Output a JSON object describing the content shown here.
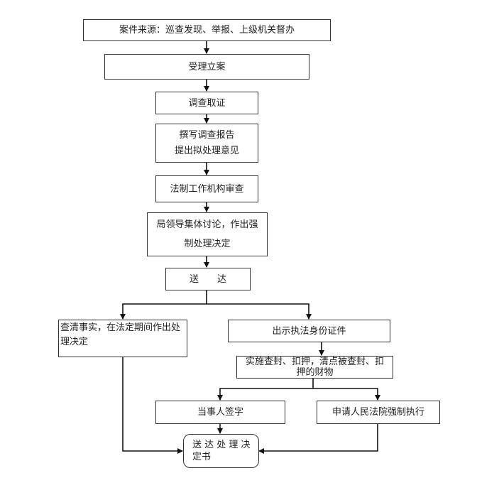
{
  "diagram": {
    "type": "flowchart",
    "nodes": {
      "source": {
        "text": "案件来源：巡查发现、举报、上级机关督办"
      },
      "accept": {
        "text": "受理立案"
      },
      "investigate": {
        "text": "调查取证"
      },
      "report": {
        "line1": "撰写调查报告",
        "line2": "提出拟处理意见"
      },
      "legal_review": {
        "text": "法制工作机构审查"
      },
      "leader_decision": {
        "line1": "局领导集体讨论，作出强",
        "line2": "制处理决定"
      },
      "deliver": {
        "text": "送　　达"
      },
      "clarify": {
        "line1": "查清事实，在法定期间作出处",
        "line2": "理决定"
      },
      "show_id": {
        "text": "出示执法身份证件"
      },
      "seize": {
        "line1": "实施查封、扣押，清点被查封、扣",
        "line2": "押的财物"
      },
      "party_sign": {
        "text": "当事人签字"
      },
      "court": {
        "text": "申请人民法院强制执行"
      },
      "deliver_decision": {
        "line1": "送 达 处 理 决",
        "line2": "定书"
      }
    },
    "edges": [
      [
        "source",
        "accept"
      ],
      [
        "accept",
        "investigate"
      ],
      [
        "investigate",
        "report"
      ],
      [
        "report",
        "legal_review"
      ],
      [
        "legal_review",
        "leader_decision"
      ],
      [
        "leader_decision",
        "deliver"
      ],
      [
        "deliver",
        "clarify"
      ],
      [
        "deliver",
        "show_id"
      ],
      [
        "show_id",
        "seize"
      ],
      [
        "seize",
        "party_sign"
      ],
      [
        "seize",
        "court"
      ],
      [
        "party_sign",
        "deliver_decision"
      ],
      [
        "clarify",
        "deliver_decision"
      ],
      [
        "court",
        "deliver_decision"
      ]
    ]
  }
}
